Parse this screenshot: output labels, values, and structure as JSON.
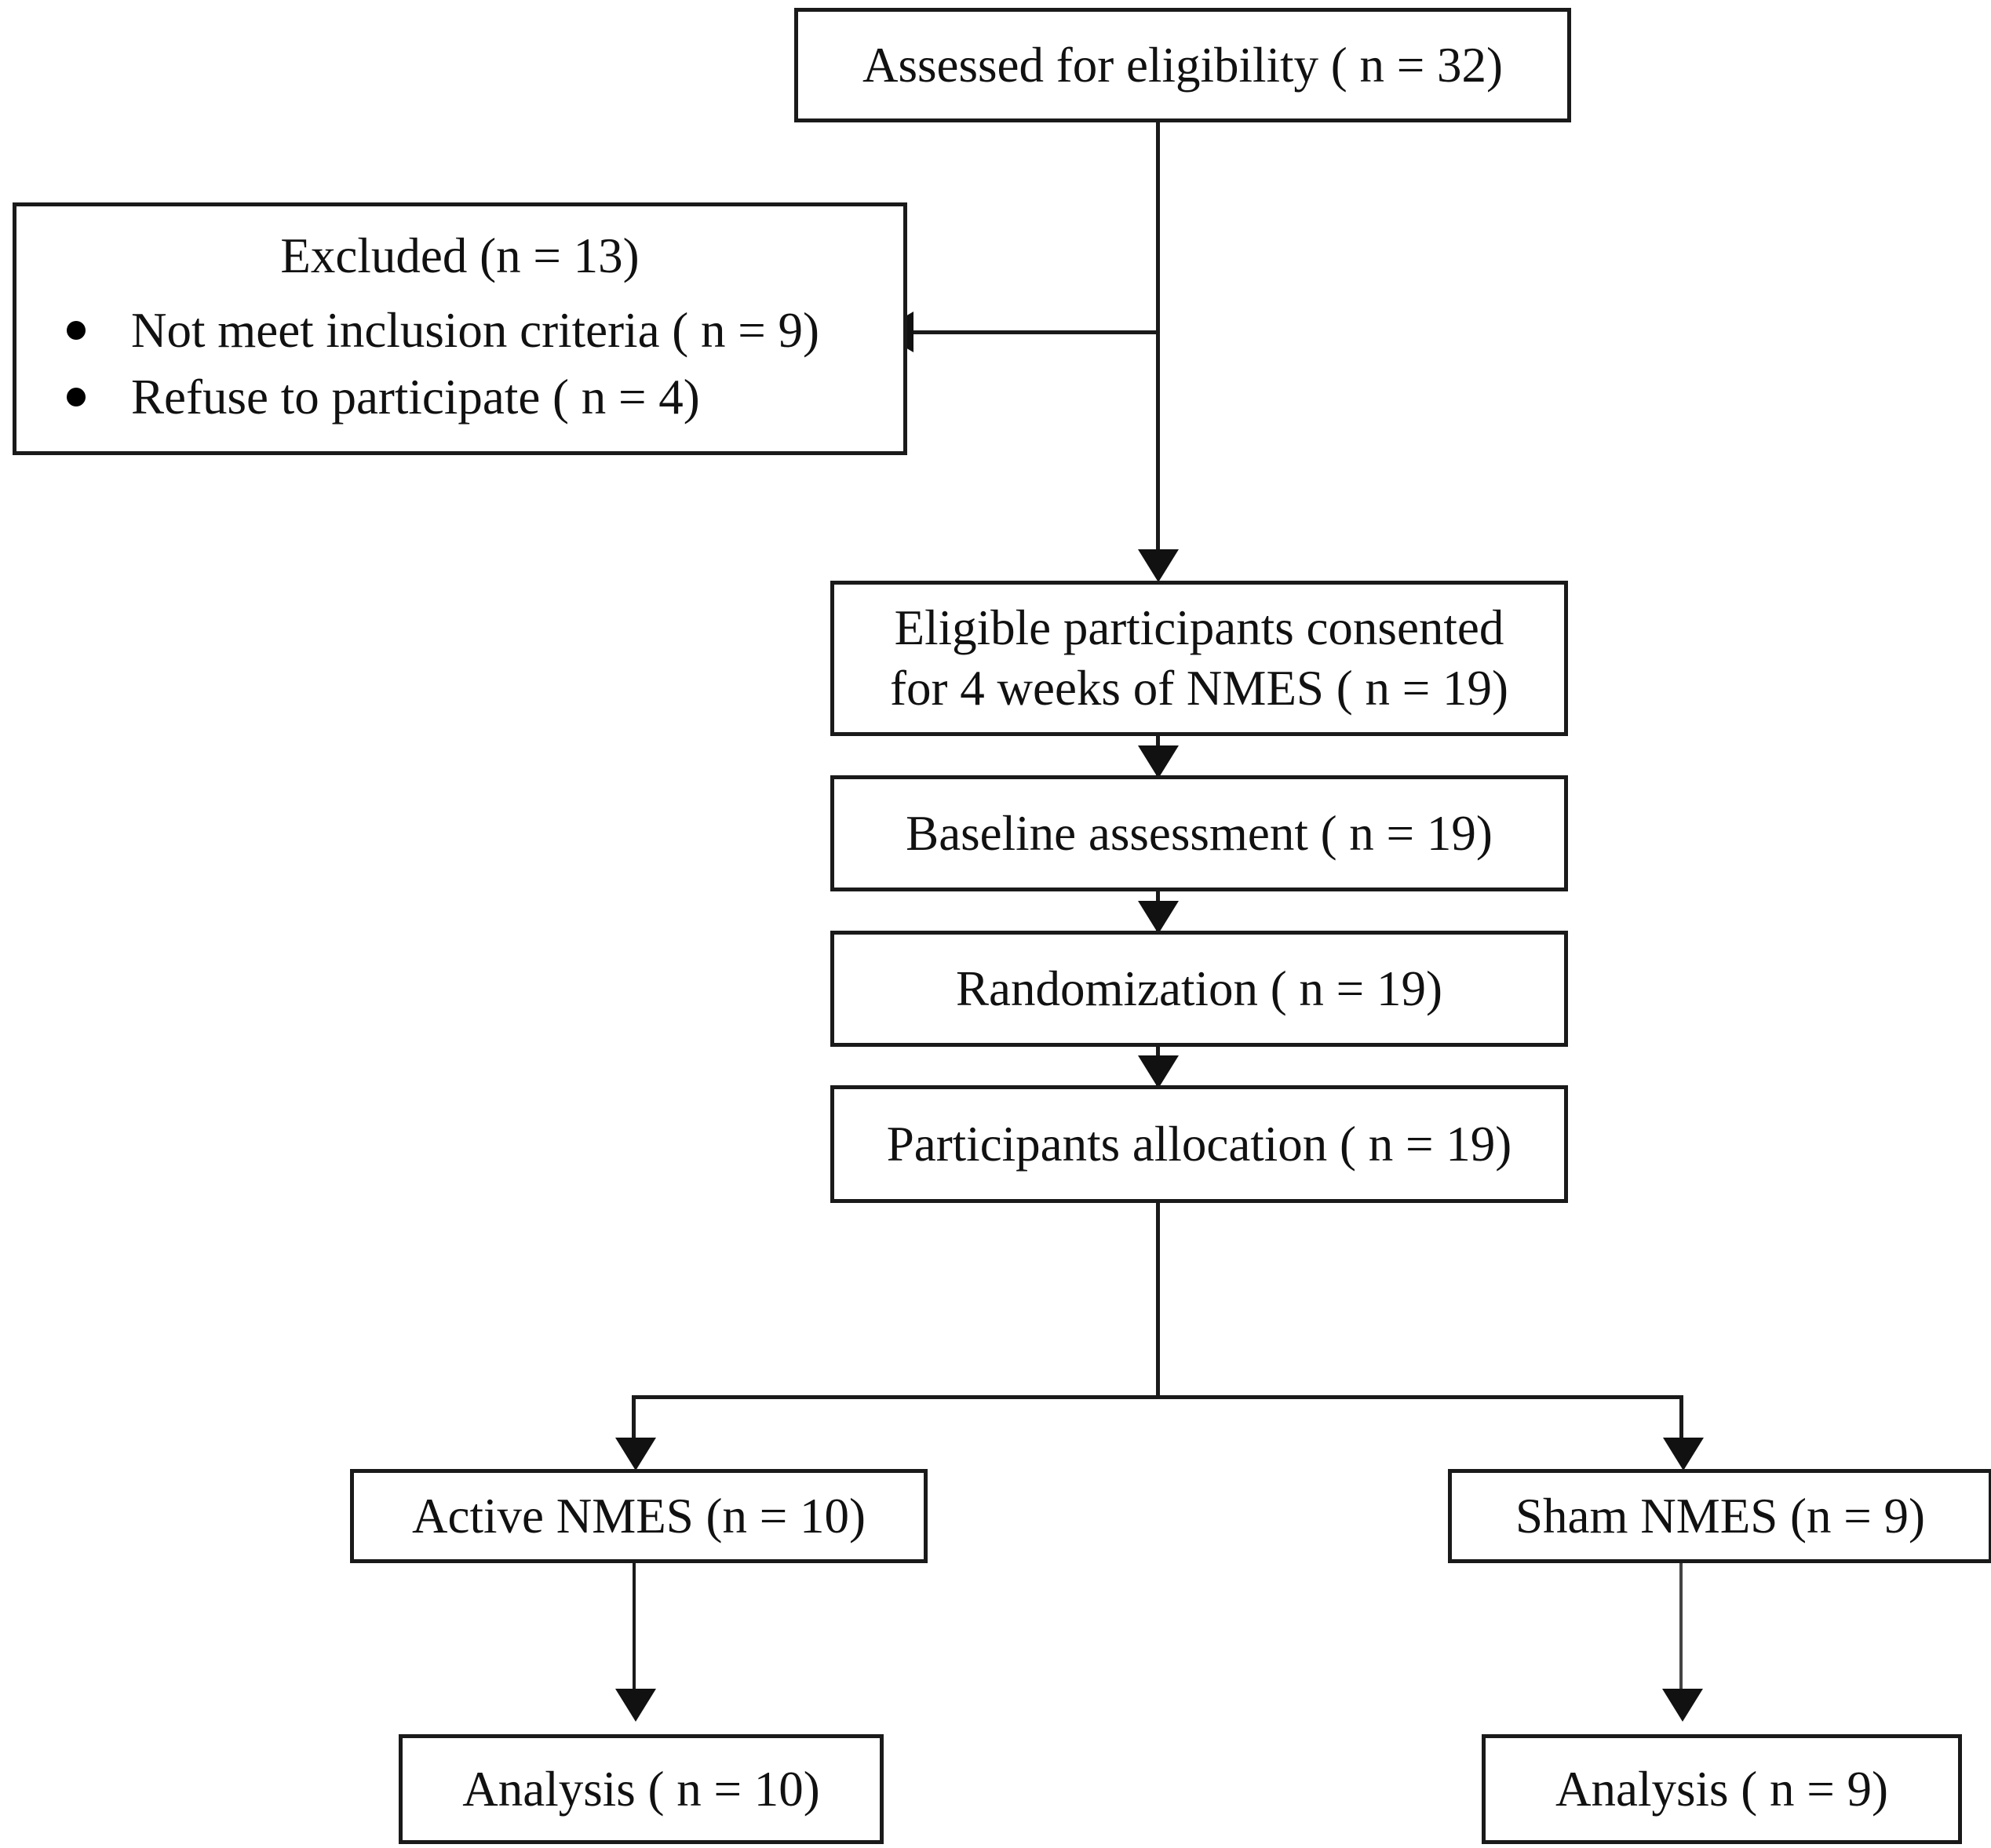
{
  "diagram": {
    "type": "consort-flow-diagram",
    "colors": {
      "box_border": "#1a1a1a",
      "text": "#111111",
      "background": "#ffffff",
      "connector": "#1a1a1a"
    },
    "nodes": {
      "assessed": {
        "text": "Assessed for eligibility ( n = 32)"
      },
      "excluded": {
        "title": "Excluded (n = 13)",
        "items": [
          "Not meet inclusion criteria ( n = 9)",
          "Refuse to participate ( n = 4)"
        ]
      },
      "eligible": {
        "line1": "Eligible participants consented",
        "line2": "for 4 weeks of NMES  ( n = 19)"
      },
      "baseline": {
        "text": "Baseline assessment ( n = 19)"
      },
      "randomization": {
        "text": "Randomization ( n = 19)"
      },
      "allocation": {
        "text": "Participants allocation ( n = 19)"
      },
      "active_arm": {
        "text": "Active NMES (n = 10)"
      },
      "sham_arm": {
        "text": "Sham NMES (n = 9)"
      },
      "analysis_active": {
        "text": "Analysis ( n = 10)"
      },
      "analysis_sham": {
        "text": "Analysis ( n = 9)"
      }
    }
  }
}
